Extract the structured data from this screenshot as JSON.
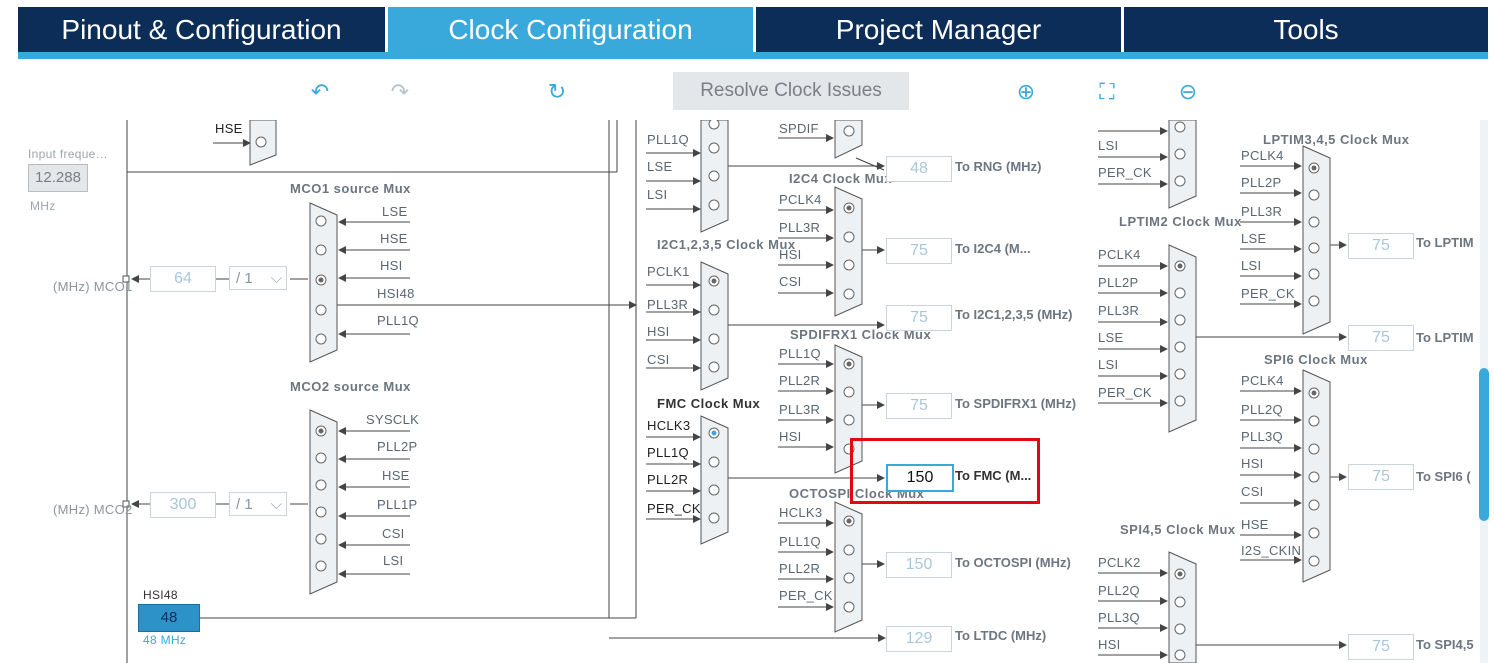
{
  "tabs": [
    "Pinout & Configuration",
    "Clock Configuration",
    "Project Manager",
    "Tools"
  ],
  "toolbar": {
    "undo": "↶",
    "redo": "↷",
    "reset": "↻",
    "resolve": "Resolve Clock Issues",
    "zoom_in": "⊕",
    "fit": "⛶",
    "zoom_out": "⊖"
  },
  "input": {
    "label": "Input freque…",
    "value": "12.288",
    "unit": "MHz"
  },
  "hse_left": "HSE",
  "mco1": {
    "title": "MCO1 source Mux",
    "inputs": [
      "LSE",
      "HSE",
      "HSI",
      "HSI48",
      "PLL1Q"
    ],
    "value": "64",
    "div": "/ 1",
    "label": "(MHz) MCO1"
  },
  "mco2": {
    "title": "MCO2 source Mux",
    "inputs": [
      "SYSCLK",
      "PLL2P",
      "HSE",
      "PLL1P",
      "CSI",
      "LSI"
    ],
    "value": "300",
    "div": "/ 1",
    "label": "(MHz) MCO2"
  },
  "hsi48": {
    "title": "HSI48",
    "value": "48",
    "unit": "48 MHz"
  },
  "rng_mux": {
    "inputs": [
      "PLL1Q",
      "LSE",
      "LSI"
    ]
  },
  "spdif_top": "SPDIF",
  "i2c4": {
    "title": "I2C4 Clock Mux",
    "inputs": [
      "PCLK4",
      "PLL3R",
      "HSI",
      "CSI"
    ]
  },
  "i2c1235": {
    "title": "I2C1,2,3,5 Clock Mux",
    "inputs": [
      "PCLK1",
      "PLL3R",
      "HSI",
      "CSI"
    ]
  },
  "spdifrx1": {
    "title": "SPDIFRX1 Clock Mux",
    "inputs": [
      "PLL1Q",
      "PLL2R",
      "PLL3R",
      "HSI"
    ]
  },
  "fmc": {
    "title": "FMC Clock Mux",
    "inputs": [
      "HCLK3",
      "PLL1Q",
      "PLL2R",
      "PER_CK"
    ]
  },
  "octospi": {
    "title": "OCTOSPI Clock Mux",
    "inputs": [
      "HCLK3",
      "PLL1Q",
      "PLL2R",
      "PER_CK"
    ]
  },
  "outputs": {
    "rng": {
      "value": "48",
      "label": "To RNG (MHz)"
    },
    "i2c4": {
      "value": "75",
      "label": "To I2C4 (M..."
    },
    "i2c1235": {
      "value": "75",
      "label": "To I2C1,2,3,5 (MHz)"
    },
    "spdifrx1": {
      "value": "75",
      "label": "To SPDIFRX1 (MHz)"
    },
    "fmc": {
      "value": "150",
      "label": "To FMC (M..."
    },
    "octospi": {
      "value": "150",
      "label": "To OCTOSPI (MHz)"
    },
    "ltdc": {
      "value": "129",
      "label": "To LTDC (MHz)"
    },
    "lptim345": {
      "value": "75",
      "label": "To LPTIM"
    },
    "lptim2": {
      "value": "75",
      "label": "To LPTIM"
    },
    "spi6": {
      "value": "75",
      "label": "To SPI6 ("
    },
    "spi45": {
      "value": "75",
      "label": "To SPI4,5"
    }
  },
  "top_right_mux": {
    "inputs": [
      "LSI",
      "PER_CK"
    ]
  },
  "lptim2_mux": {
    "title": "LPTIM2 Clock Mux",
    "inputs": [
      "PCLK4",
      "PLL2P",
      "PLL3R",
      "LSE",
      "LSI",
      "PER_CK"
    ]
  },
  "lptim345_mux": {
    "title": "LPTIM3,4,5 Clock Mux",
    "inputs": [
      "PCLK4",
      "PLL2P",
      "PLL3R",
      "LSE",
      "LSI",
      "PER_CK"
    ]
  },
  "spi6_mux": {
    "title": "SPI6 Clock Mux",
    "inputs": [
      "PCLK4",
      "PLL2Q",
      "PLL3Q",
      "HSI",
      "CSI",
      "HSE",
      "I2S_CKIN"
    ]
  },
  "spi45_mux": {
    "title": "SPI4,5 Clock Mux",
    "inputs": [
      "PCLK2",
      "PLL2Q",
      "PLL3Q",
      "HSI"
    ]
  }
}
